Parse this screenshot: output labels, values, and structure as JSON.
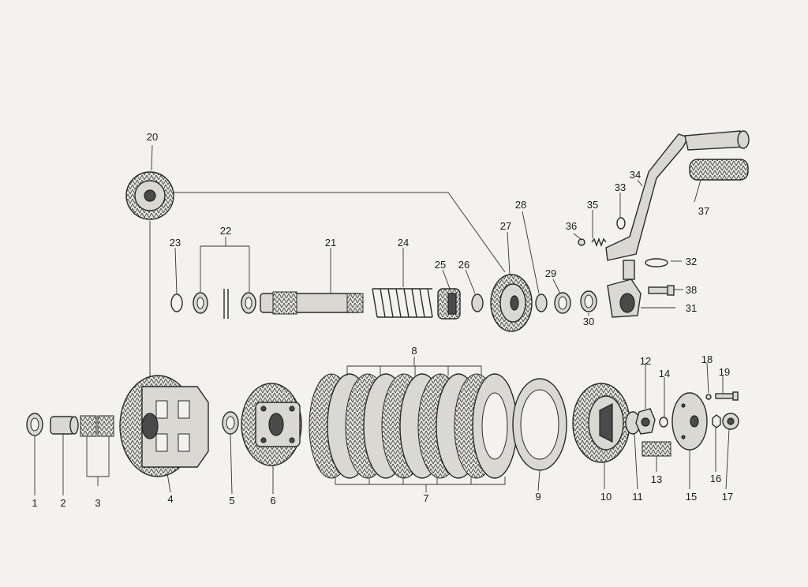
{
  "labels": {
    "l1": "1",
    "l2": "2",
    "l3": "3",
    "l4": "4",
    "l5": "5",
    "l6": "6",
    "l7": "7",
    "l8": "8",
    "l9": "9",
    "l10": "10",
    "l11": "11",
    "l12": "12",
    "l13": "13",
    "l14": "14",
    "l15": "15",
    "l16": "16",
    "l17": "17",
    "l18": "18",
    "l19": "19",
    "l20": "20",
    "l21": "21",
    "l22": "22",
    "l23": "23",
    "l24": "24",
    "l25": "25",
    "l26": "26",
    "l27": "27",
    "l28": "28",
    "l29": "29",
    "l30": "30",
    "l31": "31",
    "l32": "32",
    "l33": "33",
    "l34": "34",
    "l35": "35",
    "l36": "36",
    "l37": "37",
    "l38": "38"
  }
}
